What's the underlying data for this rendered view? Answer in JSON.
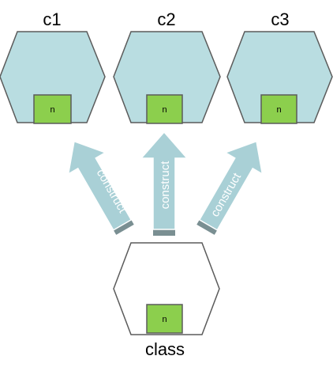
{
  "diagram": {
    "instances": [
      {
        "name": "c1",
        "member": "n"
      },
      {
        "name": "c2",
        "member": "n"
      },
      {
        "name": "c3",
        "member": "n"
      }
    ],
    "class_node": {
      "name": "class",
      "member": "n"
    },
    "arrows": [
      {
        "label": "construct"
      },
      {
        "label": "construct"
      },
      {
        "label": "construct"
      }
    ]
  },
  "colors": {
    "instance_fill": "#b9dde1",
    "instance_stroke": "#5b5b5b",
    "class_fill": "#ffffff",
    "member_fill": "#8ccf4d",
    "arrow_fill": "#a9d0d6",
    "arrow_shadow": "#7a8f92"
  }
}
